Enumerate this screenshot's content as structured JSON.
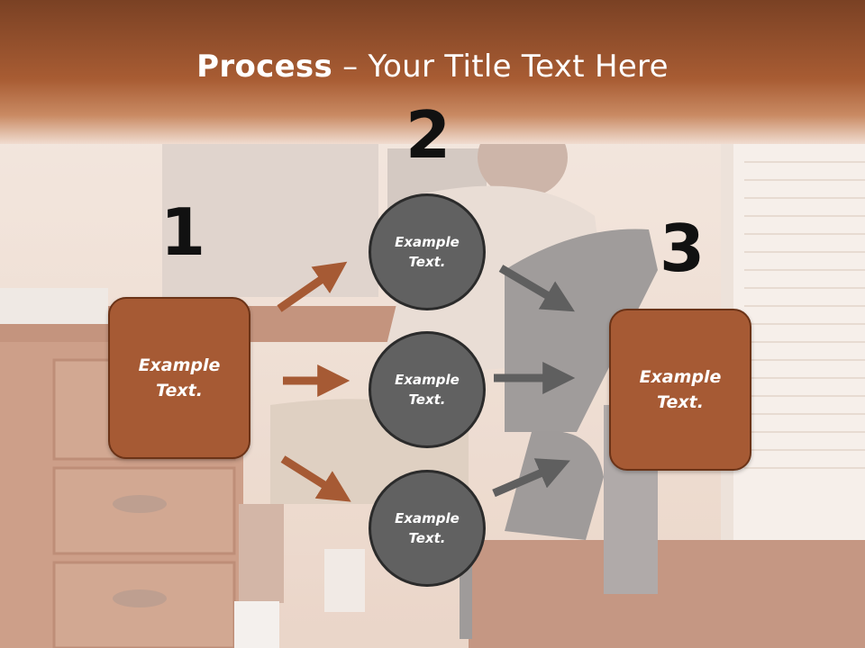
{
  "title": {
    "bold": "Process",
    "separator": " – ",
    "rest": "Your Title Text Here"
  },
  "steps": [
    {
      "number": "1",
      "label": "Example Text."
    },
    {
      "number": "2",
      "label": "Example Text."
    },
    {
      "number": "3",
      "label": "Example Text."
    }
  ],
  "circles": [
    {
      "label": "Example Text."
    },
    {
      "label": "Example Text."
    },
    {
      "label": "Example Text."
    }
  ],
  "colors": {
    "header": "#a85c33",
    "box_fill": "#a65a34",
    "circle_fill": "#616161",
    "arrow_brown": "#a65a34",
    "arrow_gray": "#5f5f5f"
  }
}
